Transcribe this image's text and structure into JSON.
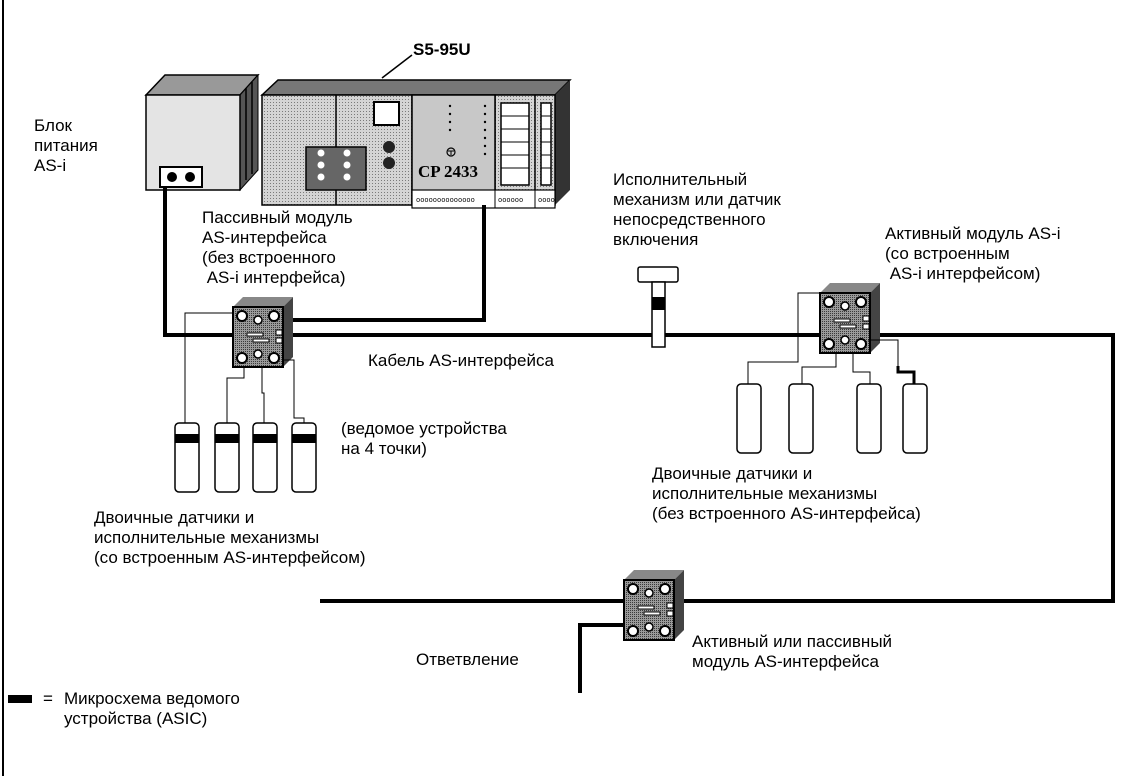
{
  "title": "S5-95U",
  "cp_label": "CP 2433",
  "labels": {
    "power_supply": "Блок\nпитания\nAS-i",
    "passive_module": "Пассивный модуль\nAS-интерфейса\n(без встроенного\n AS-i интерфейса)",
    "actuator_direct": "Исполнительный\nмеханизм или датчик\nнепосредственного\nвключения",
    "active_module": "Активный модуль AS-i\n(со встроенным\n AS-i интерфейсом)",
    "cable": "Кабель AS-интерфейса",
    "slave_4points": "(ведомое устройства\nна 4 точки)",
    "binary_with": "Двоичные датчики и\nисполнительные механизмы\n(со встроенным AS-интерфейсом)",
    "binary_without": "Двоичные датчики и\nисполнительные механизмы\n(без встроенного AS-интерфейса)",
    "branch": "Ответвление",
    "active_or_passive": "Активный или пассивный\nмодуль AS-интерфейса"
  },
  "legend": {
    "symbol": "=",
    "text": "Микросхема ведомого\nустройства (ASIC)"
  }
}
